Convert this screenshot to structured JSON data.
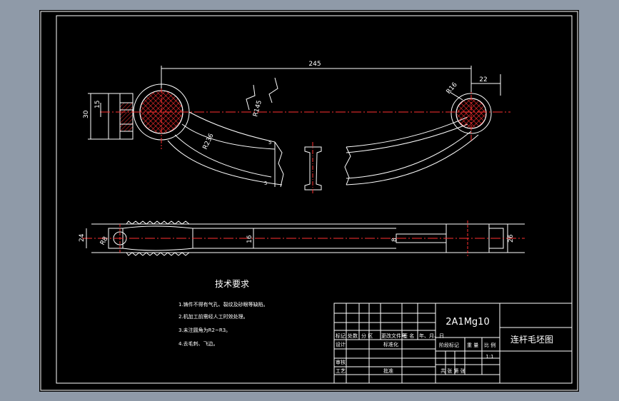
{
  "dimensions": {
    "d245": "245",
    "d22": "22",
    "d30": "30",
    "d15": "15",
    "r16": "R16",
    "r145": "R145",
    "r236": "R236",
    "d5a": "5",
    "d5b": "5",
    "d24": "24",
    "r8": "R8",
    "d16": "16",
    "d8": "8",
    "d26": "26"
  },
  "notes": {
    "title": "技术要求",
    "items": [
      "1.铸件不得有气孔、裂纹及砂眼等缺陷。",
      "2.机加工前需经人工时效处理。",
      "3.未注圆角为R2~R3。",
      "4.去毛刺、飞边。"
    ]
  },
  "title_block": {
    "material": "2A1Mg10",
    "drawing_name": "连杆毛坯图",
    "scale": "1:1",
    "hdr_mark": "标记",
    "hdr_count": "处数",
    "hdr_zone": "分 区",
    "hdr_doc": "更改文件号",
    "hdr_sign": "签 名",
    "hdr_date": "年、月、日",
    "design": "设计",
    "standard": "标准化",
    "review": "审核",
    "process": "工艺",
    "approve": "批准",
    "stage_mark": "阶段标记",
    "weight": "重 量",
    "ratio": "比 例",
    "sheets": "共    张  第    张"
  }
}
